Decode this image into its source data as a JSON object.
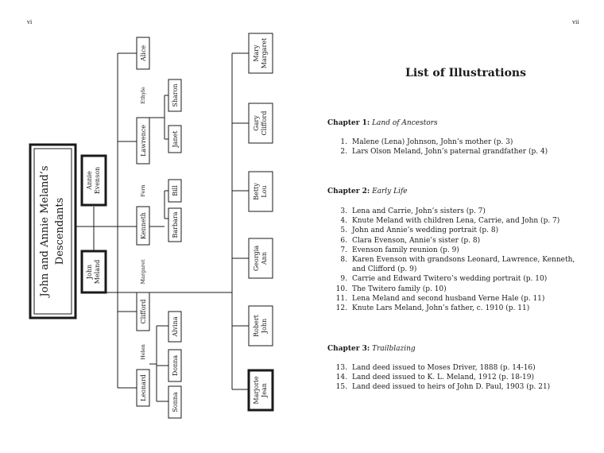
{
  "page_numbers": {
    "left": "vi",
    "right": "vii"
  },
  "tree": {
    "title_line1": "John and Annie Meland’s",
    "title_line2": "Descendants",
    "john": [
      "John",
      "Meland"
    ],
    "annie": [
      "Annie",
      "Evenson"
    ],
    "children": {
      "alice": "Alice",
      "lawrence": "Lawrence",
      "kenneth": "Kenneth",
      "clifford": "Clifford",
      "leonard": "Leonard"
    },
    "spouses": {
      "ethyle": "Ethyle",
      "fern": "Fern",
      "margaret": "Margaret",
      "helen": "Helen"
    },
    "grandchildren": {
      "sharon": "Sharon",
      "janet": "Janet",
      "bill": "Bill",
      "barbara": "Barbara",
      "alvina": "Alvina",
      "donna": "Donna",
      "sonna": "Sonna"
    },
    "clifford_children": {
      "mary_margaret": [
        "Mary",
        "Margaret"
      ],
      "gary_clifford": [
        "Gary",
        "Clifford"
      ],
      "betty_lou": [
        "Betty",
        "Lou"
      ],
      "georgia_ann": [
        "Georgia",
        "Ann"
      ],
      "robert_john": [
        "Robert",
        "John"
      ],
      "marjorie_jean": [
        "Marjorie",
        "Jean"
      ]
    }
  },
  "toc": {
    "title": "List of Illustrations",
    "chapters": [
      {
        "label": "Chapter 1:",
        "name": "Land of Ancestors",
        "items": [
          {
            "num": "1.",
            "text": "Malene (Lena) Johnson, John’s mother (p. 3)"
          },
          {
            "num": "2.",
            "text": "Lars Olson Meland, John’s paternal grandfather (p. 4)"
          }
        ]
      },
      {
        "label": "Chapter 2:",
        "name": "Early Life",
        "items": [
          {
            "num": "3.",
            "text": "Lena and Carrie, John’s sisters (p. 7)"
          },
          {
            "num": "4.",
            "text": "Knute Meland with children Lena, Carrie, and John (p. 7)"
          },
          {
            "num": "5.",
            "text": "John and Annie’s wedding portrait (p. 8)"
          },
          {
            "num": "6.",
            "text": "Clara Evenson, Annie’s sister (p. 8)"
          },
          {
            "num": "7.",
            "text": "Evenson family reunion (p. 9)"
          },
          {
            "num": "8.",
            "text": "Karen Evenson with grandsons Leonard, Lawrence, Kenneth, and Clifford (p. 9)"
          },
          {
            "num": "9.",
            "text": "Carrie and Edward Twitero’s wedding portrait (p. 10)"
          },
          {
            "num": "10.",
            "text": "The Twitero family (p. 10)"
          },
          {
            "num": "11.",
            "text": "Lena Meland and second husband Verne Hale (p. 11)"
          },
          {
            "num": "12.",
            "text": "Knute Lars Meland, John’s father, c. 1910 (p. 11)"
          }
        ]
      },
      {
        "label": "Chapter 3:",
        "name": "Trailblazing",
        "items": [
          {
            "num": "13.",
            "text": "Land deed issued to Moses Driver, 1888 (p. 14-16)"
          },
          {
            "num": "14.",
            "text": "Land deed issued to K. L. Meland, 1912 (p. 18-19)"
          },
          {
            "num": "15.",
            "text": "Land deed issued to heirs of John D. Paul, 1903 (p. 21)"
          }
        ]
      }
    ]
  }
}
